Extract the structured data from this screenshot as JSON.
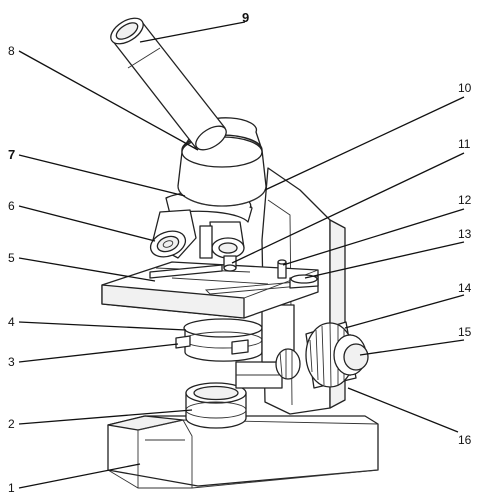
{
  "labels": {
    "l1": "1",
    "l2": "2",
    "l3": "3",
    "l4": "4",
    "l5": "5",
    "l6": "6",
    "l7": "7",
    "l8": "8",
    "l9": "9",
    "l10": "10",
    "l11": "11",
    "l12": "12",
    "l13": "13",
    "l14": "14",
    "l15": "15",
    "l16": "16"
  }
}
